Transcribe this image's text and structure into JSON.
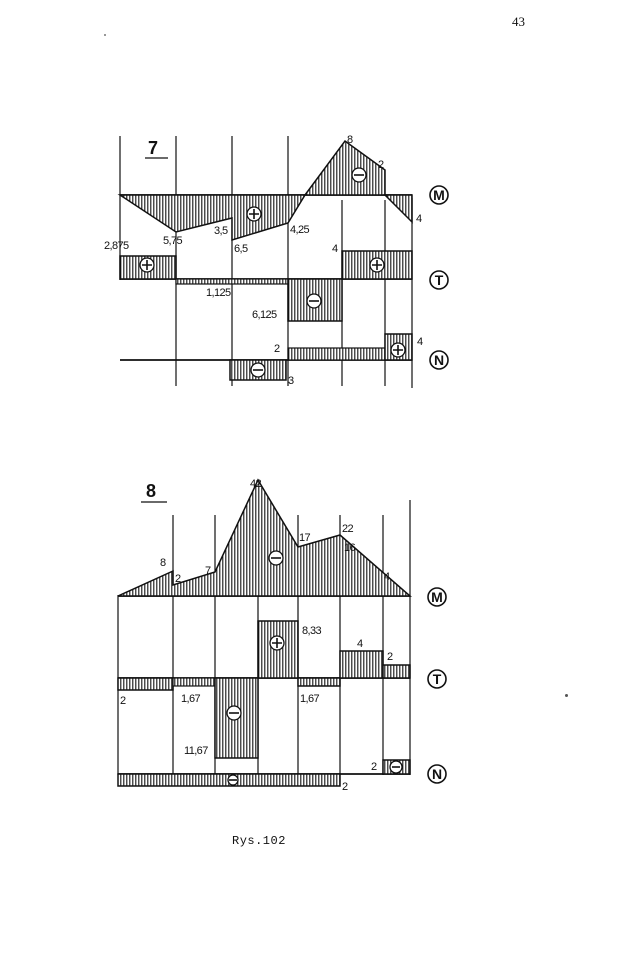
{
  "page_number": "43",
  "caption": "Rys.102",
  "diagram_letters": {
    "moment": "M",
    "shear": "T",
    "normal": "N"
  },
  "sign_icons": {
    "plus": "plus-icon",
    "minus": "minus-icon"
  },
  "figure7": {
    "number": "7",
    "moment": {
      "values": [
        "2,875",
        "5,75",
        "3,5",
        "6,5",
        "4,25",
        "8",
        "2",
        "4"
      ]
    },
    "shear": {
      "values": [
        "1,125",
        "6,125",
        "4"
      ]
    },
    "normal": {
      "values": [
        "2",
        "3",
        "4"
      ]
    }
  },
  "figure8": {
    "number": "8",
    "moment": {
      "values": [
        "8",
        "2",
        "7",
        "42",
        "17",
        "22",
        "16",
        "4"
      ]
    },
    "shear": {
      "values": [
        "2",
        "1,67",
        "11,67",
        "8,33",
        "1,67",
        "4",
        "2"
      ]
    },
    "normal": {
      "values": [
        "2",
        "2"
      ]
    }
  }
}
